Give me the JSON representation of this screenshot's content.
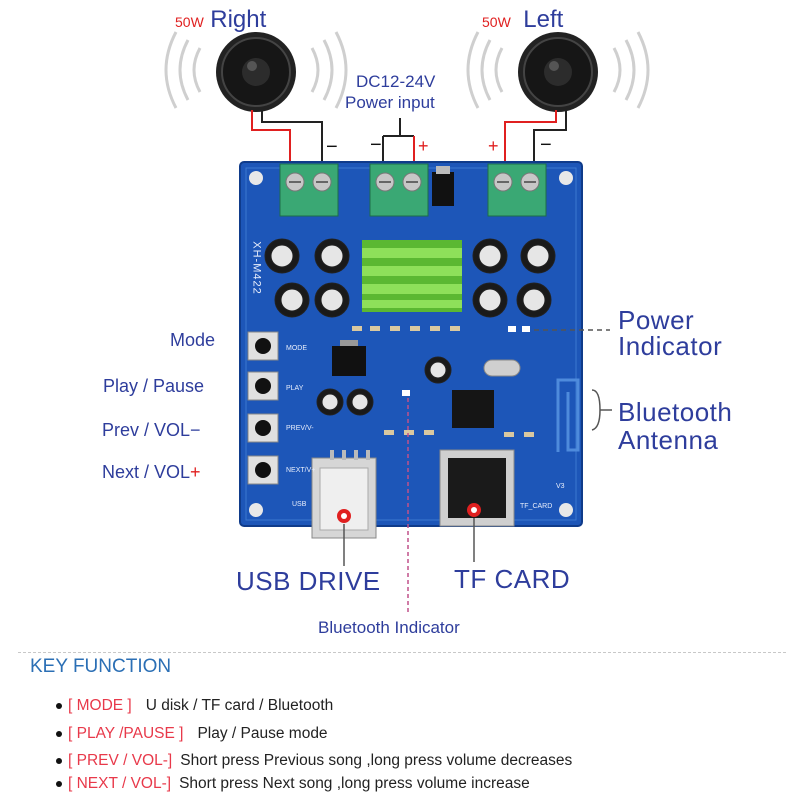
{
  "speakers": {
    "right": {
      "power": "50W",
      "name": "Right"
    },
    "left": {
      "power": "50W",
      "name": "Left"
    }
  },
  "power_input": {
    "line1": "DC12-24V",
    "line2": "Power input"
  },
  "terminal_marks": {
    "minus": "−",
    "plus": "+"
  },
  "board": {
    "model": "XH-M422",
    "version": "V3"
  },
  "buttons": [
    {
      "label": "Mode",
      "silk": "MODE"
    },
    {
      "label": "Play / Pause",
      "silk": "PLAY"
    },
    {
      "label": "Prev / VOL",
      "suffix": "−",
      "silk": "PREV/V-"
    },
    {
      "label": "Next / VOL",
      "suffix": "+",
      "silk": "NEXT/V+"
    }
  ],
  "callouts": {
    "power_indicator": [
      "Power",
      "Indicator"
    ],
    "bluetooth_antenna": [
      "Bluetooth",
      "Antenna"
    ],
    "usb_drive": "USB DRIVE",
    "tf_card": "TF CARD",
    "bluetooth_indicator": "Bluetooth Indicator"
  },
  "key_function": {
    "title": "KEY FUNCTION",
    "items": [
      {
        "key": "[ MODE ]",
        "desc": "U disk / TF card / Bluetooth"
      },
      {
        "key": "[ PLAY /PAUSE ]",
        "desc": "Play / Pause mode"
      },
      {
        "key": "[ PREV / VOL-]",
        "desc": "Short press Previous song ,long press volume decreases"
      },
      {
        "key": "[ NEXT / VOL-]",
        "desc": "Short press Next song ,long press volume increase"
      }
    ]
  },
  "colors": {
    "label_blue": "#2e3d9c",
    "pcb_blue": "#1d56b8",
    "accent_red": "#e02020",
    "heatsink_green": "#6fce3b",
    "terminal_green": "#3aa874"
  }
}
